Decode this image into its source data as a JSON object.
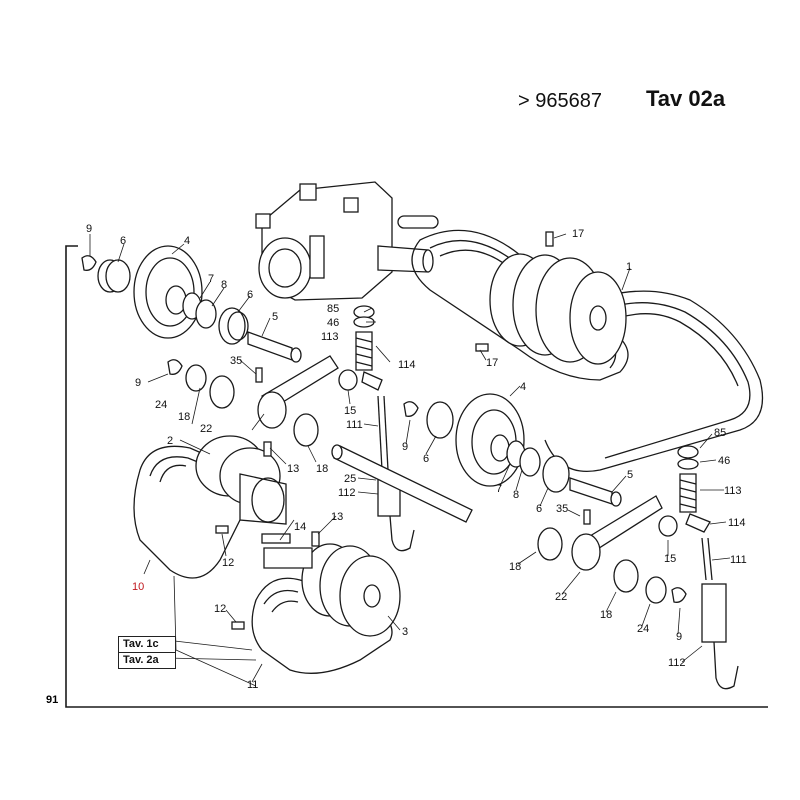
{
  "header": {
    "reference": "> 965687",
    "table": "Tav 02a"
  },
  "page_number": "91",
  "cross_refs": [
    "Tav. 1c",
    "Tav. 2a"
  ],
  "part_labels": {
    "p9a": "9",
    "p6a": "6",
    "p4a": "4",
    "p7a": "7",
    "p8a": "8",
    "p6b": "6",
    "p5a": "5",
    "p85a": "85",
    "p46a": "46",
    "p113a": "113",
    "p114a": "114",
    "p17a": "17",
    "p17b": "17",
    "p1": "1",
    "p35a": "35",
    "p9b": "9",
    "p24a": "24",
    "p18a": "18",
    "p22a": "22",
    "p15a": "15",
    "p111a": "111",
    "p2": "2",
    "p13a": "13",
    "p18b": "18",
    "p25": "25",
    "p112a": "112",
    "p14": "14",
    "p13b": "13",
    "p12a": "12",
    "p10": "10",
    "p12b": "12",
    "p3": "3",
    "p11": "11",
    "p9c": "9",
    "p6c": "6",
    "p4b": "4",
    "p7b": "7",
    "p8b": "8",
    "p6d": "6",
    "p5b": "5",
    "p35b": "35",
    "p85b": "85",
    "p46b": "46",
    "p113b": "113",
    "p114b": "114",
    "p15b": "15",
    "p111b": "111",
    "p18c": "18",
    "p22b": "22",
    "p18d": "18",
    "p24b": "24",
    "p9d": "9",
    "p112b": "112"
  },
  "colors": {
    "line": "#1a1a1a",
    "highlight": "#c0181e"
  }
}
